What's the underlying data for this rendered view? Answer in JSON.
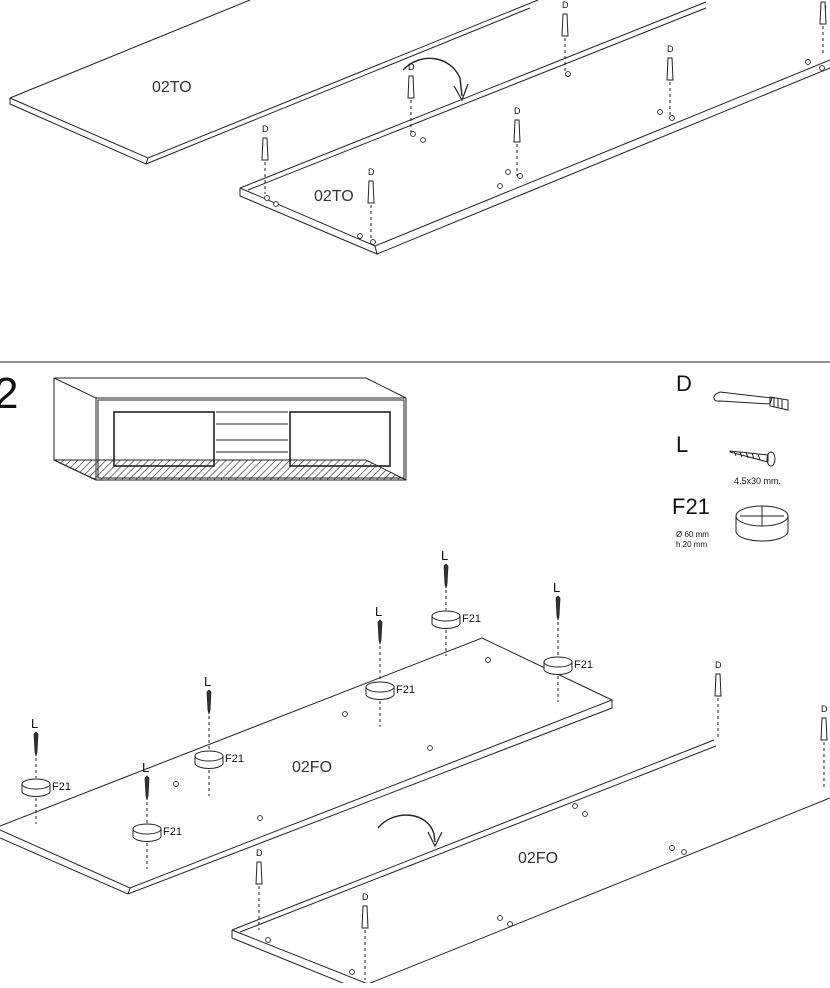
{
  "step": {
    "number": "2"
  },
  "panels": {
    "top_upper": "02TO",
    "top_lower": "02TO",
    "bottom_upper": "02FO",
    "bottom_lower": "02FO"
  },
  "hardware": {
    "dowel": {
      "code": "D"
    },
    "screw": {
      "code": "L",
      "size": "4.5x30 mm."
    },
    "foot": {
      "code": "F21",
      "diameter": "Ø 60 mm",
      "height": "h 20 mm"
    }
  },
  "labels": {
    "dowel": "D",
    "screw": "L",
    "foot": "F21"
  },
  "colors": {
    "line": "#222222",
    "hatch": "#555555"
  }
}
